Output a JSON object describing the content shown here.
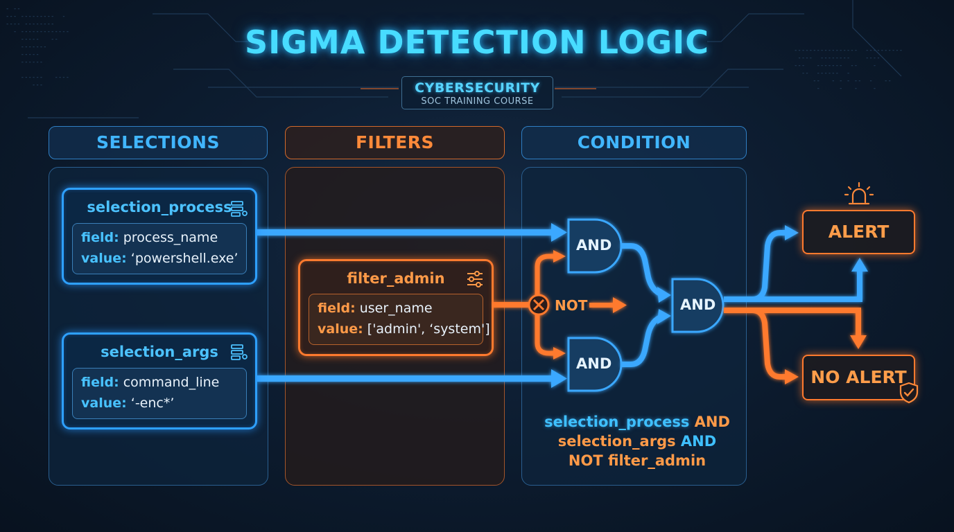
{
  "header": {
    "title": "SIGMA DETECTION LOGIC",
    "subtitle_line1": "CYBERSECURITY",
    "subtitle_line2": "SOC TRAINING COURSE"
  },
  "columns": {
    "selections": "SELECTIONS",
    "filters": "FILTERS",
    "condition": "CONDITION"
  },
  "selections": [
    {
      "name": "selection_process",
      "field_key": "field:",
      "field_value": "process_name",
      "value_key": "value:",
      "value_value": "‘powershell.exe’"
    },
    {
      "name": "selection_args",
      "field_key": "field:",
      "field_value": "command_line",
      "value_key": "value:",
      "value_value": "‘-enc*’"
    }
  ],
  "filter": {
    "name": "filter_admin",
    "field_key": "field:",
    "field_value": "user_name",
    "value_key": "value:",
    "value_value": "['admin', ‘system']"
  },
  "logic": {
    "not_label": "NOT",
    "gate_top": "AND",
    "gate_bottom": "AND",
    "gate_final": "AND"
  },
  "outcomes": {
    "alert": "ALERT",
    "no_alert": "NO ALERT"
  },
  "condition_text": {
    "line1_part1": "selection_process",
    "line1_part2": "AND",
    "line2_part1": "selection_args",
    "line2_part2": "AND",
    "line3": "NOT filter_admin"
  },
  "colors": {
    "blue_accent": "#2ea0ff",
    "orange_accent": "#ff7a2e",
    "title_cyan": "#48dcff",
    "background": "#0d1d31"
  },
  "icons": {
    "selection_icon": "list-settings-icon",
    "filter_icon": "sliders-icon",
    "alert_icon": "siren-icon",
    "no_alert_icon": "shield-check-icon",
    "not_icon": "circle-x-icon"
  }
}
